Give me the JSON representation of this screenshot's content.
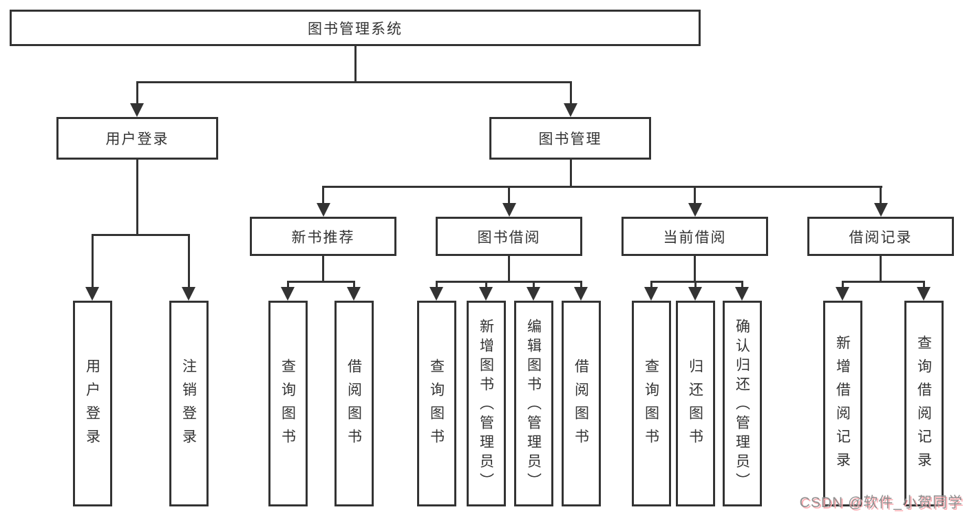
{
  "diagram": {
    "root": {
      "label": "图书管理系统"
    },
    "level2": [
      {
        "label": "用户登录"
      },
      {
        "label": "图书管理"
      }
    ],
    "level3": [
      {
        "label": "新书推荐"
      },
      {
        "label": "图书借阅"
      },
      {
        "label": "当前借阅"
      },
      {
        "label": "借阅记录"
      }
    ],
    "leaves": [
      {
        "label": "用户登录"
      },
      {
        "label": "注销登录"
      },
      {
        "label": "查询图书"
      },
      {
        "label": "借阅图书"
      },
      {
        "label": "查询图书"
      },
      {
        "label": "新增图书（管理员）"
      },
      {
        "label": "编辑图书（管理员）"
      },
      {
        "label": "借阅图书"
      },
      {
        "label": "查询图书"
      },
      {
        "label": "归还图书"
      },
      {
        "label": "确认归还（管理员）"
      },
      {
        "label": "新增借阅记录"
      },
      {
        "label": "查询借阅记录"
      }
    ]
  },
  "watermark": {
    "text": "CSDN @软件_小贺同学"
  },
  "colors": {
    "line": "#333333",
    "text": "#333333",
    "background": "#ffffff",
    "watermark_text": "#8f8f8f",
    "watermark_shadow": "#fcaab0"
  }
}
